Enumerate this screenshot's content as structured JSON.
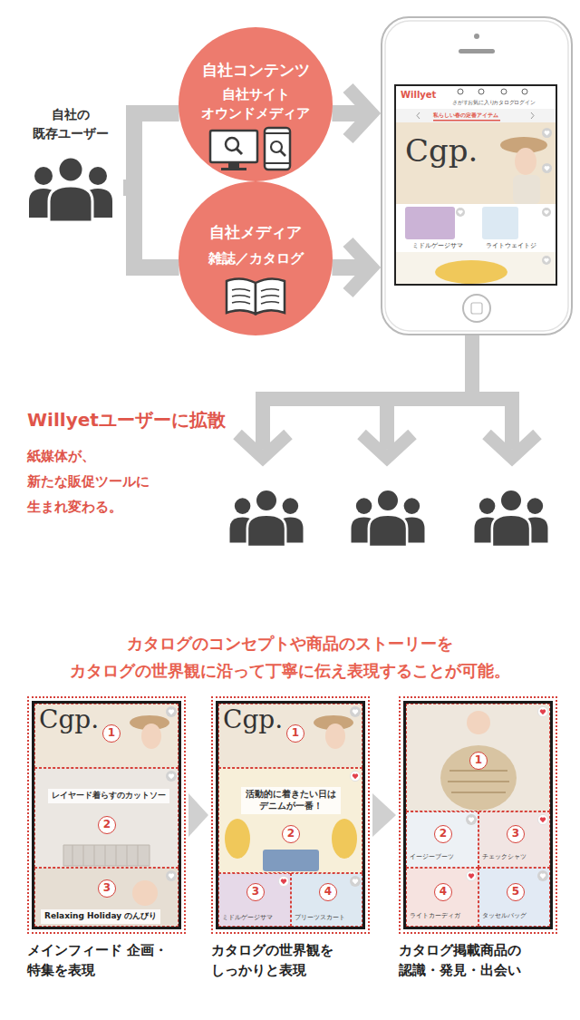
{
  "diagram": {
    "nodes": [
      {
        "text": [
          "自社の 既存ユーザー"
        ]
      },
      {
        "text": [
          "自社コンテンツ",
          "自社サイト オウンドメディア"
        ]
      },
      {
        "text": [
          "自社メディア",
          "雑誌／カタログ"
        ]
      },
      {
        "text": [
          "Willyet",
          "さがす",
          "お気に入り",
          "カタログ",
          "ログイン",
          "私らしい春の定番アイテム",
          "Cgp.",
          "ミドルゲージサマ",
          "ライトウェイトジ"
        ]
      },
      {
        "text": [
          "メインフィード 企画・特集を表現"
        ]
      },
      {
        "text": [
          "1",
          "Cgp."
        ],
        "in": 4
      },
      {
        "text": [
          "2",
          "レイヤード着らすのカットソー"
        ],
        "in": 4
      },
      {
        "text": [
          "3",
          "Relaxing Holiday のんびり"
        ],
        "in": 4
      },
      {
        "text": [
          "カタログの世界観を しっかりと表現"
        ]
      },
      {
        "text": [
          "1",
          "Cgp."
        ],
        "in": 8
      },
      {
        "text": [
          "2",
          "活動的に着きたい日はデニムが一番！"
        ],
        "in": 8
      },
      {
        "text": [
          "3",
          "ミドルゲージサマ"
        ],
        "in": 8
      },
      {
        "text": [
          "4",
          "プリーツスカート"
        ],
        "in": 8
      },
      {
        "text": [
          "カタログ掲載商品の 認識・発見・出会い"
        ]
      },
      {
        "text": [
          "1"
        ],
        "in": 13
      },
      {
        "text": [
          "2",
          "イージーブーツ"
        ],
        "in": 13
      },
      {
        "text": [
          "3",
          "チェックシャツ"
        ],
        "in": 13
      },
      {
        "text": [
          "4",
          "ライトカーディガ"
        ],
        "in": 13
      },
      {
        "text": [
          "5",
          "タッセルバッグ"
        ],
        "in": 13
      }
    ],
    "edges": [
      {
        "from": 0,
        "to": 1,
        "arrow": "none"
      },
      {
        "from": 1,
        "to": 3,
        "arrow": "to"
      },
      {
        "from": 0,
        "to": 2,
        "arrow": "none"
      },
      {
        "from": 2,
        "to": 3,
        "arrow": "to"
      },
      {
        "from": 4,
        "to": 8,
        "arrow": "to"
      },
      {
        "from": 8,
        "to": 13,
        "arrow": "to"
      }
    ],
    "labels": [
      "Willyetユーザーに拡散",
      "紙媒体が、 新たな販促ツールに 生まれ変わる。",
      "カタログのコンセプトや商品のストーリーを カタログの世界観に沿って丁寧に伝え表現することが可能。"
    ]
  }
}
